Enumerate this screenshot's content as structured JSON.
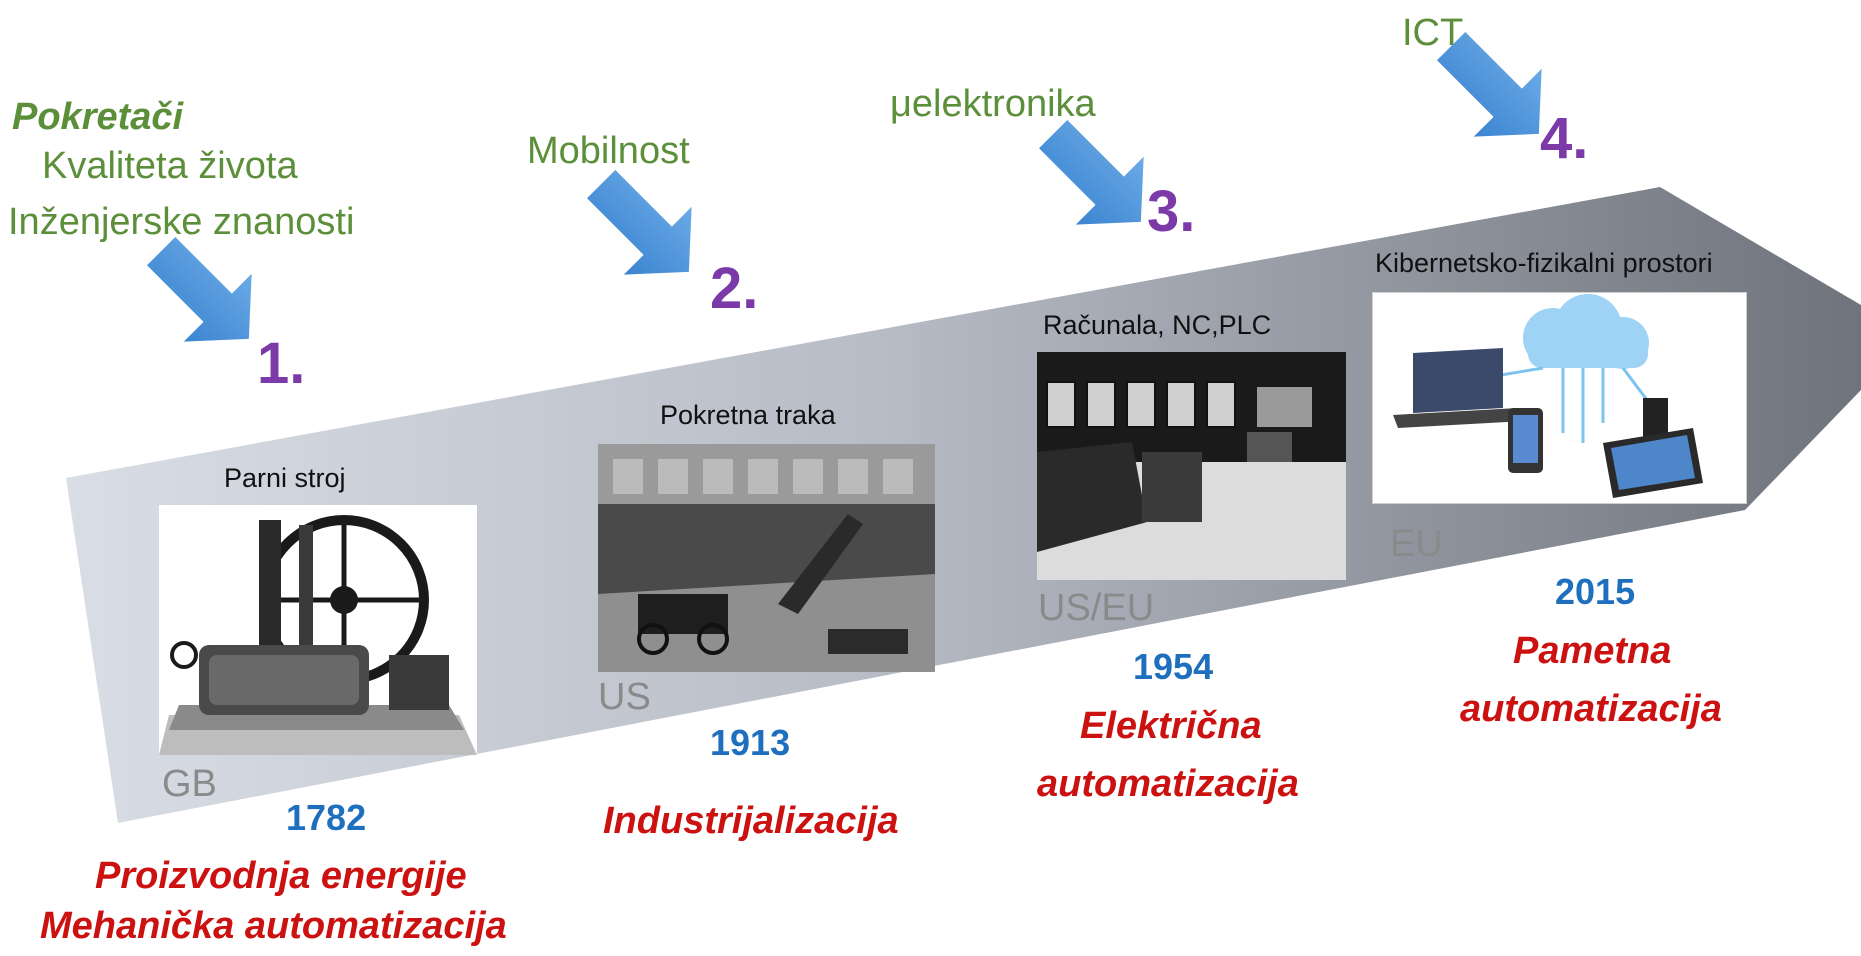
{
  "drivers": {
    "heading": "Pokretači",
    "quality": "Kvaliteta života",
    "engineering": "Inženjerske znanosti",
    "mobility": "Mobilnost",
    "microelectronics": "μelektronika",
    "ict": "ICT"
  },
  "stages": [
    {
      "number": "1.",
      "caption": "Parni stroj",
      "region": "GB",
      "year": "1782",
      "desc_line1": "Proizvodnja energije",
      "desc_line2": "Mehanička automatizacija"
    },
    {
      "number": "2.",
      "caption": "Pokretna traka",
      "region": "US",
      "year": "1913",
      "desc_line1": "Industrijalizacija",
      "desc_line2": ""
    },
    {
      "number": "3.",
      "caption": "Računala, NC,PLC",
      "region": "US/EU",
      "year": "1954",
      "desc_line1": "Električna",
      "desc_line2": "automatizacija"
    },
    {
      "number": "4.",
      "caption": "Kibernetsko-fizikalni prostori",
      "region": "EU",
      "year": "2015",
      "desc_line1": "Pametna",
      "desc_line2": "automatizacija"
    }
  ],
  "colors": {
    "driver_text": "#5b8f3a",
    "stage_number": "#7c3aa8",
    "year": "#1f6fbf",
    "description": "#cc1111",
    "arrow": "#4a90d9"
  }
}
